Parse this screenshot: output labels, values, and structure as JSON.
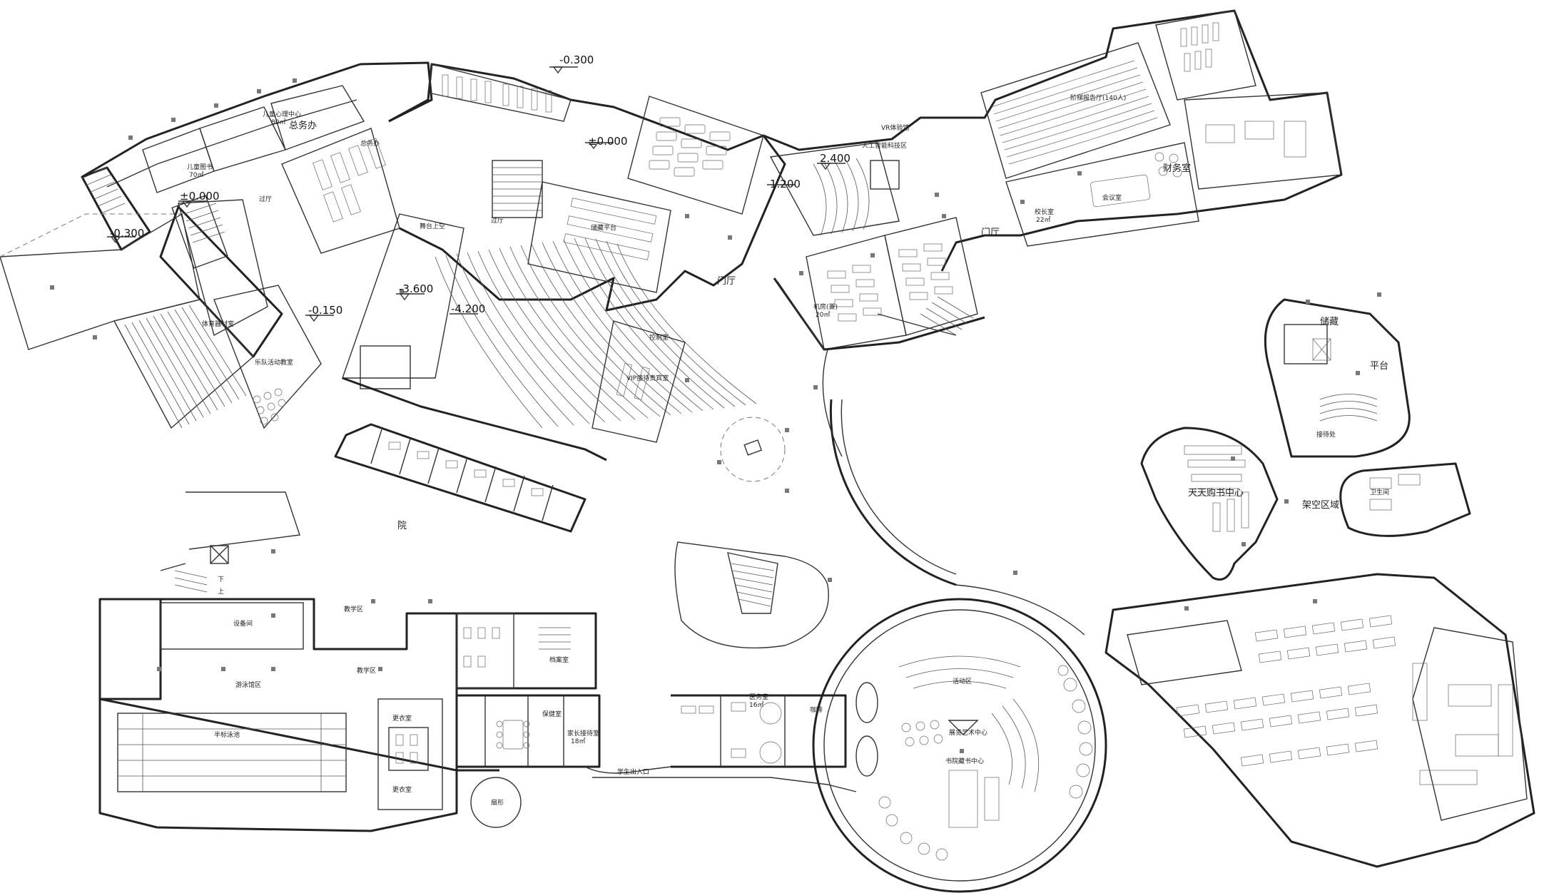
{
  "drawing": {
    "elevations": [
      "-0.300",
      "±0.000",
      "±0.000",
      "-0.300",
      "-0.150",
      "-3.600",
      "-4.200",
      "2.400",
      "1.200"
    ],
    "rooms": {
      "children_library": "儿童图书",
      "children_library_area": "70㎡",
      "children_mind_center": "儿童心理中心",
      "children_mind_area": "80㎡",
      "general_office": "总务办",
      "general_room": "总务办",
      "hall_west": "过厅",
      "hall_mid": "过厅",
      "sports_equipment": "体育器材室",
      "music_room": "乐队活动教室",
      "courtyard": "院",
      "storage_top": "储藏平台",
      "stage_upper": "舞台上空",
      "vip_room": "VIP接待贵宾室",
      "control_room": "控制室",
      "lobby_center": "门厅",
      "lobby_east": "门厅",
      "ai_classroom": "人工智能科技区",
      "vr_room": "VR体验馆",
      "lecture_hall": "阶梯报告厅(140人)",
      "finance": "财务室",
      "meeting": "会议室",
      "principal": "校长室",
      "principal_area": "22㎡",
      "kitchen_area": "机房(兼)",
      "kitchen_area_size": "20㎡",
      "storage_east": "储藏",
      "platform_east": "平台",
      "sky_shopping": "天天购书中心",
      "open_area": "架空区域",
      "reception": "接待处",
      "art_space": "展览艺术中心",
      "book_center": "书院藏书中心",
      "swimming_pool": "半标泳池",
      "changing_m": "更衣室",
      "changing_f": "更衣室",
      "pool_room": "设备间",
      "teach_room": "教学区",
      "teacher_room": "教学区",
      "clinic": "医务室",
      "clinic_area": "16㎡",
      "health_office": "保健室",
      "archive": "档案室",
      "parents": "家长接待室",
      "parents_area": "18㎡",
      "student_entry": "学生出入口",
      "circle_room": "扇形",
      "cafe": "咖啡",
      "toilet": "卫生间",
      "stairs_up": "上",
      "stairs_down": "下",
      "gym_area": "游泳馆区",
      "activity": "活动区"
    }
  }
}
